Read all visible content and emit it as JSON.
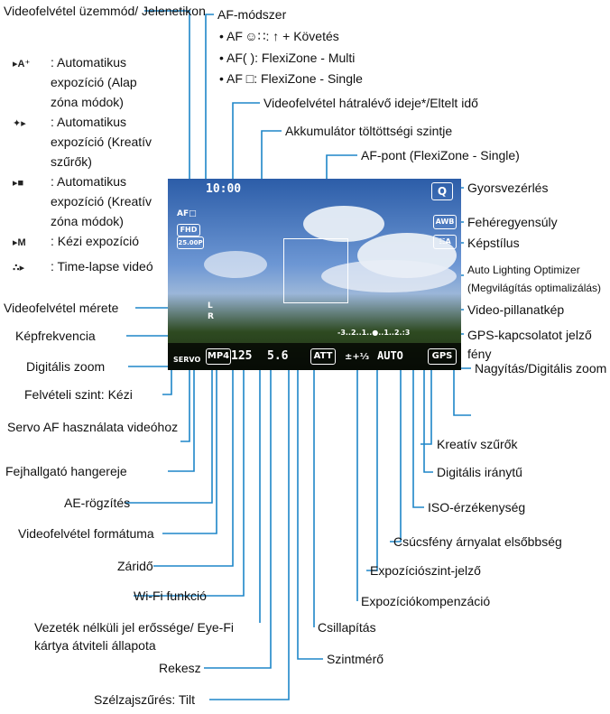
{
  "labels": {
    "scene_icon": "Videofelvétel üzemmód/ Jelenetikon",
    "af_method": "AF-módszer",
    "af_items": [
      "AF ☺∷: ↑ + Követés",
      "AF( ): FlexiZone - Multi",
      "AF □: FlexiZone - Single"
    ],
    "remaining_time": "Videofelvétel hátralévő ideje*/Eltelt idő",
    "battery": "Akkumulátor töltöttségi szintje",
    "af_point": "AF-pont (FlexiZone - Single)",
    "quick_control": "Gyorsvezérlés",
    "white_balance": "Fehéregyensúly",
    "picture_style": "Képstílus",
    "alo_1": "Auto Lighting Optimizer",
    "alo_2": "(Megvilágítás optimalizálás)",
    "video_snapshot": "Video-pillanatkép",
    "movie_size": "Videofelvétel mérete",
    "frame_rate": "Képfrekvencia",
    "digital_zoom": "Digitális zoom",
    "rec_level": "Felvételi szint: Kézi",
    "servo_af": "Servo AF használata videóhoz",
    "headphone_volume": "Fejhallgató hangereje",
    "ae_lock": "AE-rögzítés",
    "movie_format": "Videofelvétel formátuma",
    "shutter": "Záridő",
    "wifi": "Wi-Fi funkció",
    "wireless_signal": "Vezeték nélküli jel erőssége/ Eye-Fi kártya átviteli állapota",
    "aperture": "Rekesz",
    "wind_filter": "Szélzajszűrés: Tilt",
    "attenuator": "Csillapítás",
    "level_meter": "Szintmérő",
    "exp_comp": "Expozíciókompenzáció",
    "exp_level": "Expozíciószint-jelző",
    "highlight_tone": "Csúcsfény árnyalat elsőbbség",
    "iso": "ISO-érzékenység",
    "compass": "Digitális iránytű",
    "creative_filters": "Kreatív szűrők",
    "magnify": "Nagyítás/Digitális zoom",
    "gps_light": "GPS-kapcsolatot jelző fény"
  },
  "modes": [
    {
      "icon": "▸A⁺",
      "desc": ": Automatikus expozíció (Alap zóna módok)"
    },
    {
      "icon": "✦▸",
      "desc": ": Automatikus expozíció (Kreatív szűrők)"
    },
    {
      "icon": "▸■",
      "desc": ": Automatikus expozíció (Kreatív zóna módok)"
    },
    {
      "icon": "▸M",
      "desc": ": Kézi expozíció"
    },
    {
      "icon": "∴▸",
      "desc": ": Time-lapse videó"
    }
  ],
  "osd": {
    "time": "10:00",
    "q": "Q",
    "awb": "AWB",
    "style": "☷A",
    "mp4": "MP4",
    "shutter": "125",
    "aperture": "5.6",
    "att": "ATT",
    "scale": "-3..2..1..●..1..2.:3",
    "gps": "GPS",
    "iso": "AUTO",
    "exp": "±+⅓",
    "servo": "SERVO",
    "fhd": "FHD",
    "fps": "25.00P",
    "af": "AF□",
    "L": "L",
    "R": "R"
  }
}
